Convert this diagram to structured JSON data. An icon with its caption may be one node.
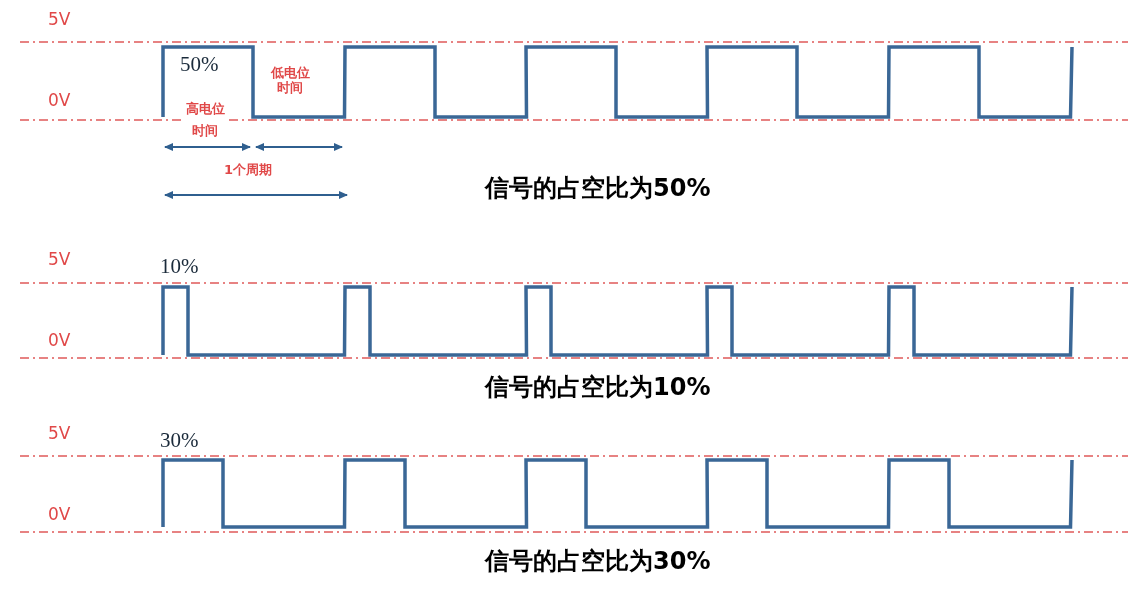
{
  "diagram": {
    "labels": [
      "5V",
      "50%",
      "低电位时间",
      "0V",
      "高电位时间",
      "1个周期",
      "信号的占空比为50%",
      "5V",
      "10%",
      "0V",
      "信号的占空比为10%",
      "5V",
      "30%",
      "0V",
      "信号的占空比为30%"
    ]
  }
}
